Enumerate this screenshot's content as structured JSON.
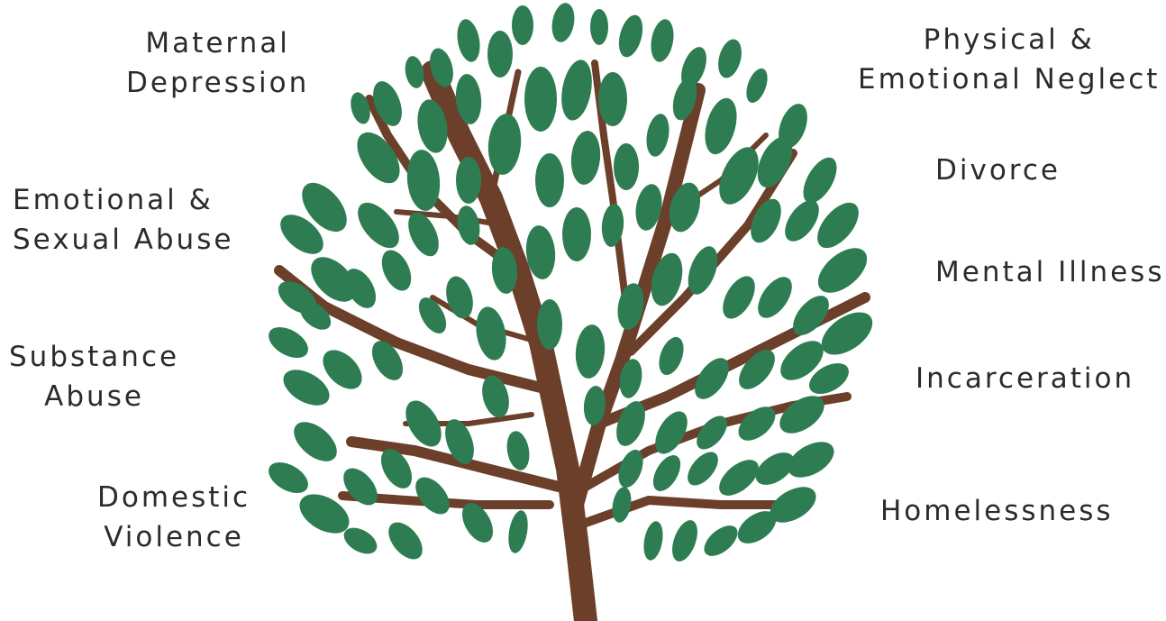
{
  "colors": {
    "leaf": "#2e7d52",
    "trunk": "#6b3f2a",
    "text": "#2b2b2b",
    "background": "#ffffff"
  },
  "labels_left": [
    {
      "id": "maternal-depression",
      "lines": [
        "Maternal",
        "Depression"
      ]
    },
    {
      "id": "emotional-sexual-abuse",
      "lines": [
        "Emotional &",
        "Sexual Abuse"
      ]
    },
    {
      "id": "substance-abuse",
      "lines": [
        "Substance",
        "Abuse"
      ]
    },
    {
      "id": "domestic-violence",
      "lines": [
        "Domestic",
        "Violence"
      ]
    }
  ],
  "labels_right": [
    {
      "id": "physical-emotional-neglect",
      "lines": [
        "Physical &",
        "Emotional Neglect"
      ]
    },
    {
      "id": "divorce",
      "lines": [
        "Divorce"
      ]
    },
    {
      "id": "mental-illness",
      "lines": [
        "Mental Illness"
      ]
    },
    {
      "id": "incarceration",
      "lines": [
        "Incarceration"
      ]
    },
    {
      "id": "homelessness",
      "lines": [
        "Homelessness"
      ]
    }
  ]
}
